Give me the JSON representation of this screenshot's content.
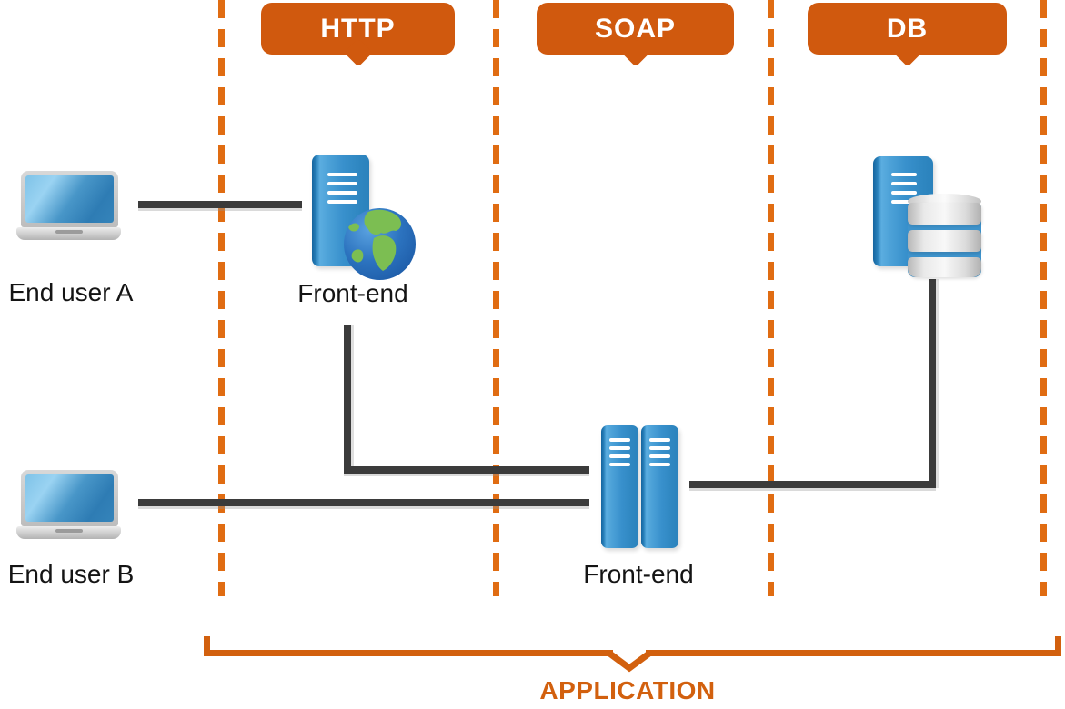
{
  "diagram": {
    "protocol_badges": [
      {
        "id": "http",
        "label": "HTTP"
      },
      {
        "id": "soap",
        "label": "SOAP"
      },
      {
        "id": "db",
        "label": "DB"
      }
    ],
    "nodes": {
      "end_user_a": {
        "label": "End user A",
        "icon": "laptop-icon"
      },
      "end_user_b": {
        "label": "End user B",
        "icon": "laptop-icon"
      },
      "web_frontend": {
        "label": "Front-end",
        "icon": "server-globe-icon"
      },
      "app_frontend": {
        "label": "Front-end",
        "icon": "double-server-icon"
      },
      "database": {
        "icon": "server-database-icon"
      }
    },
    "bracket": {
      "label": "APPLICATION"
    },
    "colors": {
      "badge_orange": "#D0590E",
      "dash_orange": "#E06C12",
      "bracket_orange": "#D2600E",
      "connector_dark": "#3B3B3B",
      "server_blue": "#3D97D3",
      "db_band_blue": "#3E93CC",
      "globe_ocean_blue": "#2C73BF",
      "globe_land_green": "#7CBE52",
      "label_black": "#141414"
    }
  }
}
